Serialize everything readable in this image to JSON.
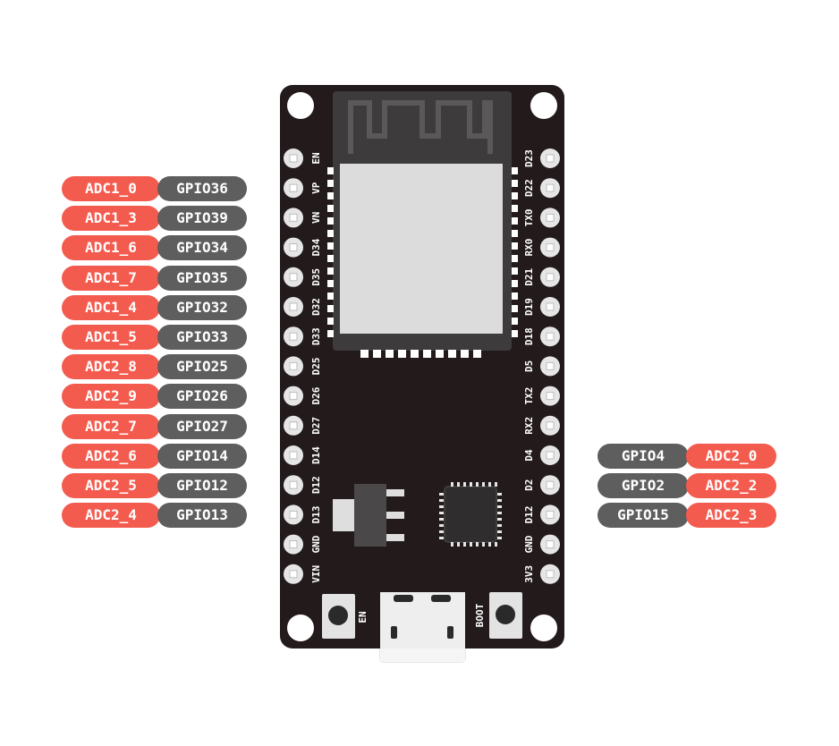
{
  "colors": {
    "board": "#221a1b",
    "hole": "#ffffff",
    "pin_pad": "#e6e6e6",
    "module_shield": "#dcdcdc",
    "module_base": "#3a3a3a",
    "adc_tag": "#f45b4f",
    "gpio_tag": "#5e5e5e"
  },
  "board": {
    "left_pins": [
      "EN",
      "VP",
      "VN",
      "D34",
      "D35",
      "D32",
      "D33",
      "D25",
      "D26",
      "D27",
      "D14",
      "D12",
      "D13",
      "GND",
      "VIN"
    ],
    "right_pins": [
      "D23",
      "D22",
      "TX0",
      "RX0",
      "D21",
      "D19",
      "D18",
      "D5",
      "TX2",
      "RX2",
      "D4",
      "D2",
      "D12",
      "GND",
      "3V3"
    ],
    "buttons": {
      "en": "EN",
      "boot": "BOOT"
    }
  },
  "left_tags": [
    {
      "adc": "ADC1_0",
      "gpio": "GPIO36"
    },
    {
      "adc": "ADC1_3",
      "gpio": "GPIO39"
    },
    {
      "adc": "ADC1_6",
      "gpio": "GPIO34"
    },
    {
      "adc": "ADC1_7",
      "gpio": "GPIO35"
    },
    {
      "adc": "ADC1_4",
      "gpio": "GPIO32"
    },
    {
      "adc": "ADC1_5",
      "gpio": "GPIO33"
    },
    {
      "adc": "ADC2_8",
      "gpio": "GPIO25"
    },
    {
      "adc": "ADC2_9",
      "gpio": "GPIO26"
    },
    {
      "adc": "ADC2_7",
      "gpio": "GPIO27"
    },
    {
      "adc": "ADC2_6",
      "gpio": "GPIO14"
    },
    {
      "adc": "ADC2_5",
      "gpio": "GPIO12"
    },
    {
      "adc": "ADC2_4",
      "gpio": "GPIO13"
    }
  ],
  "right_tags": [
    {
      "gpio": "GPIO4",
      "adc": "ADC2_0"
    },
    {
      "gpio": "GPIO2",
      "adc": "ADC2_2"
    },
    {
      "gpio": "GPIO15",
      "adc": "ADC2_3"
    }
  ]
}
